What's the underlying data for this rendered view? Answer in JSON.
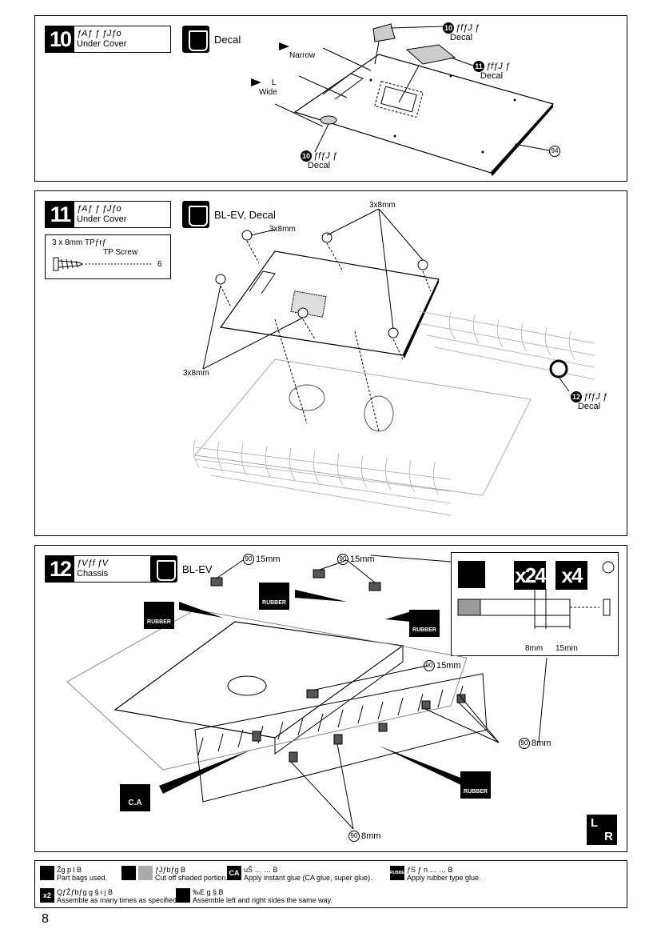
{
  "step10": {
    "number": "10",
    "title_jp": "ƒAƒ ƒ ƒJƒo",
    "title_en": "Under Cover",
    "bag_label": "Decal",
    "narrow_label": "Narrow",
    "wide_label_l": "L",
    "wide_label_w": "Wide",
    "callout_a_num": "10",
    "callout_a_jp": "ƒfƒJ ƒ",
    "callout_a_en": "Decal",
    "callout_b_num": "11",
    "callout_b_jp": "ƒfƒJ ƒ",
    "callout_b_en": "Decal",
    "callout_c_num": "10",
    "callout_c_jp": "ƒfƒJ ƒ",
    "callout_c_en": "Decal",
    "part_num": "94"
  },
  "step11": {
    "number": "11",
    "title_jp": "ƒAƒ ƒ ƒJƒo",
    "title_en": "Under Cover",
    "bag_label": "BL-EV, Decal",
    "screw_jp": "3 x 8mm TPƒrƒ",
    "screw_en": "TP Screw",
    "screw_qty": "6",
    "screw_label_1": "3x8mm",
    "screw_label_2": "3x8mm",
    "screw_label_3": "3x8mm",
    "decal_num": "12",
    "decal_jp": "ƒfƒJ ƒ",
    "decal_en": "Decal"
  },
  "step12": {
    "number": "12",
    "title_jp": "ƒVƒf ƒV",
    "title_en": "Chassis",
    "bag_label": "BL-EV",
    "part_num": "90",
    "label_15mm": "15mm",
    "label_8mm": "8mm",
    "rubber": "RUBBER",
    "ca": "C.A",
    "times24": "x24",
    "times4": "x4",
    "dim_8mm": "8mm",
    "dim_15mm": "15mm",
    "lr_l": "L",
    "lr_r": "R"
  },
  "legend": {
    "bag_jp": "Žg p   l B",
    "bag_en": "Part bags used.",
    "cut_jp": "ƒJƒbƒg   B",
    "cut_en": "Cut off shaded portion.",
    "ca_jp": "uŠ  …   …  B",
    "ca_en": "Apply instant glue (CA glue, super glue).",
    "rubber_jp": "ƒS ƒ  n …   …  B",
    "rubber_en": "Apply rubber type glue.",
    "times_jp": "QƒŽƒbƒg g  §  i  j B",
    "times_en": "Assemble as many times as specified.",
    "lr_jp": "‰E   g  §  B",
    "lr_en": "Assemble left and right sides the same way.",
    "x2": "x2",
    "ca_icon": "CA",
    "rubber_icon": "RUBBER"
  },
  "page_number": "8"
}
